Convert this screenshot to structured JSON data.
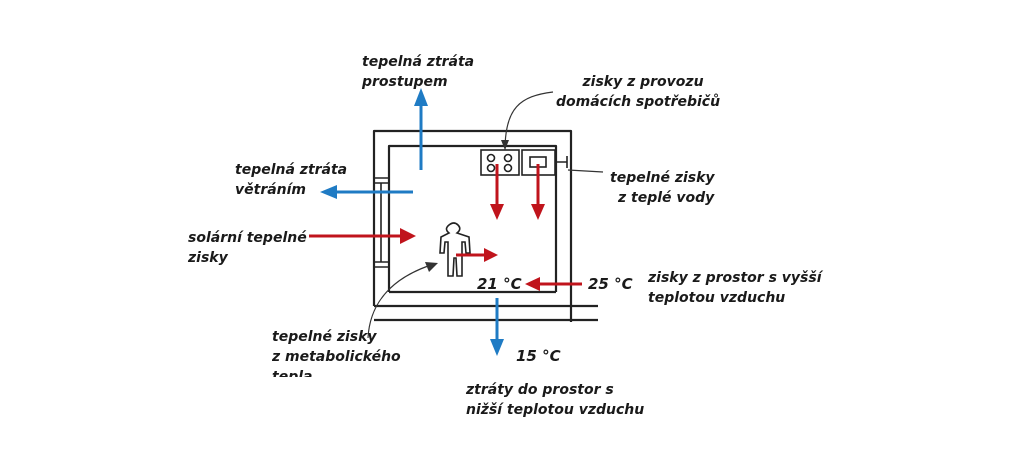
{
  "labels": {
    "loss_transmission": [
      "tepelná ztráta",
      "prostupem"
    ],
    "gain_appliances": [
      "zisky z provozu",
      "domácích spotřebičů"
    ],
    "loss_ventilation": [
      "tepelná ztráta",
      "větráním"
    ],
    "gain_hot_water": [
      "tepelné zisky",
      "z teplé vody"
    ],
    "gain_solar": [
      "solární tepelné",
      "zisky"
    ],
    "gain_warm_spaces": [
      "zisky z prostor s vyšší",
      "teplotou vzduchu"
    ],
    "gain_metabolic": [
      "tepelné zisky",
      "z metabolického",
      "tepla"
    ],
    "loss_cold_spaces": [
      "ztráty do prostor s",
      "nižší teplotou vzduchu"
    ]
  },
  "temperatures": {
    "inside": "21 °C",
    "warm_neighbor": "25 °C",
    "cold_neighbor": "15 °C"
  },
  "colors": {
    "gain_arrow": "#c0141c",
    "loss_arrow": "#1f7bc4",
    "walls": "#222222"
  }
}
